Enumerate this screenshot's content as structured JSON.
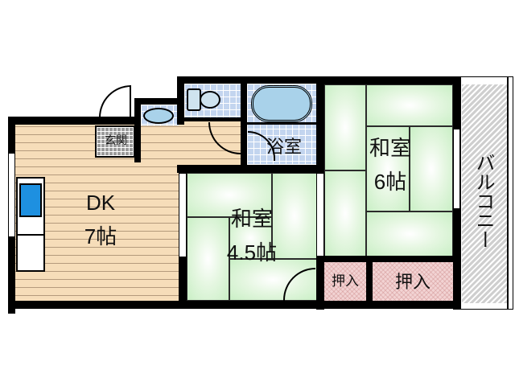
{
  "floorplan": {
    "rooms": {
      "dk": {
        "name": "DK",
        "size": "7帖"
      },
      "washitsu_small": {
        "name": "和室",
        "size": "4.5帖"
      },
      "washitsu_large": {
        "name": "和室",
        "size": "6帖"
      },
      "bath": {
        "name": "浴室"
      },
      "genkan": {
        "name": "玄関"
      },
      "closet_small": {
        "name": "押入"
      },
      "closet_large": {
        "name": "押入"
      },
      "balcony": {
        "name": "バルコニー"
      }
    },
    "colors": {
      "wood_floor": "#f6ddb9",
      "tile": "#c3d5ef",
      "tatami": "#c9efc5",
      "closet": "#f2d3d3",
      "balcony": "#cfcfcf",
      "sink": "#1e90e0",
      "wall": "#000000"
    }
  }
}
